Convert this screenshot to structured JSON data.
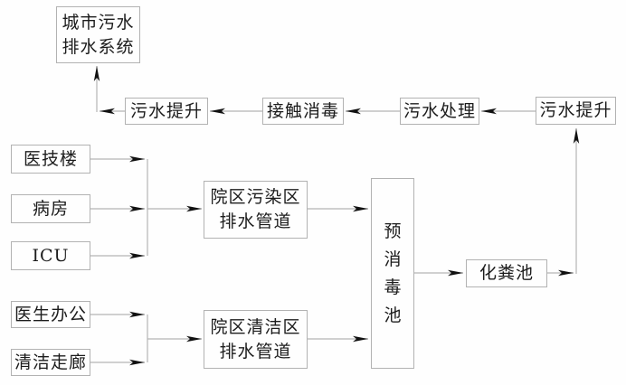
{
  "diagram": {
    "type": "flowchart",
    "description": "Hospital sewage drainage and treatment process flow",
    "colors": {
      "background": "#fefefe",
      "box_border": "#b2b2b2",
      "box_fill": "#fefefe",
      "text": "#1c1c1c",
      "line": "#b4b4b4",
      "arrowhead": "#111111"
    },
    "nodes": {
      "city_system": {
        "label": "城市污水\n排水系统"
      },
      "lift_left": {
        "label": "污水提升"
      },
      "contact_disinfect": {
        "label": "接触消毒"
      },
      "sewage_treatment": {
        "label": "污水处理"
      },
      "lift_right": {
        "label": "污水提升"
      },
      "medical_building": {
        "label": "医技楼"
      },
      "ward": {
        "label": "病房"
      },
      "icu": {
        "label": "ICU"
      },
      "pollution_pipe": {
        "label": "院区污染区\n排水管道"
      },
      "clean_pipe": {
        "label": "院区清洁区\n排水管道"
      },
      "pre_disinfect_pool": {
        "label": "预消毒池"
      },
      "doctor_office": {
        "label": "医生办公"
      },
      "clean_corridor": {
        "label": "清洁走廊"
      },
      "septic_tank": {
        "label": "化粪池"
      }
    },
    "flows": [
      {
        "from": "medical_building",
        "to": "pollution_pipe"
      },
      {
        "from": "ward",
        "to": "pollution_pipe"
      },
      {
        "from": "icu",
        "to": "pollution_pipe"
      },
      {
        "from": "pollution_pipe",
        "to": "pre_disinfect_pool"
      },
      {
        "from": "doctor_office",
        "to": "clean_pipe"
      },
      {
        "from": "clean_corridor",
        "to": "clean_pipe"
      },
      {
        "from": "clean_pipe",
        "to": "pre_disinfect_pool"
      },
      {
        "from": "pre_disinfect_pool",
        "to": "septic_tank"
      },
      {
        "from": "septic_tank",
        "to": "lift_right"
      },
      {
        "from": "lift_right",
        "to": "sewage_treatment"
      },
      {
        "from": "sewage_treatment",
        "to": "contact_disinfect"
      },
      {
        "from": "contact_disinfect",
        "to": "lift_left"
      },
      {
        "from": "lift_left",
        "to": "city_system"
      }
    ]
  }
}
